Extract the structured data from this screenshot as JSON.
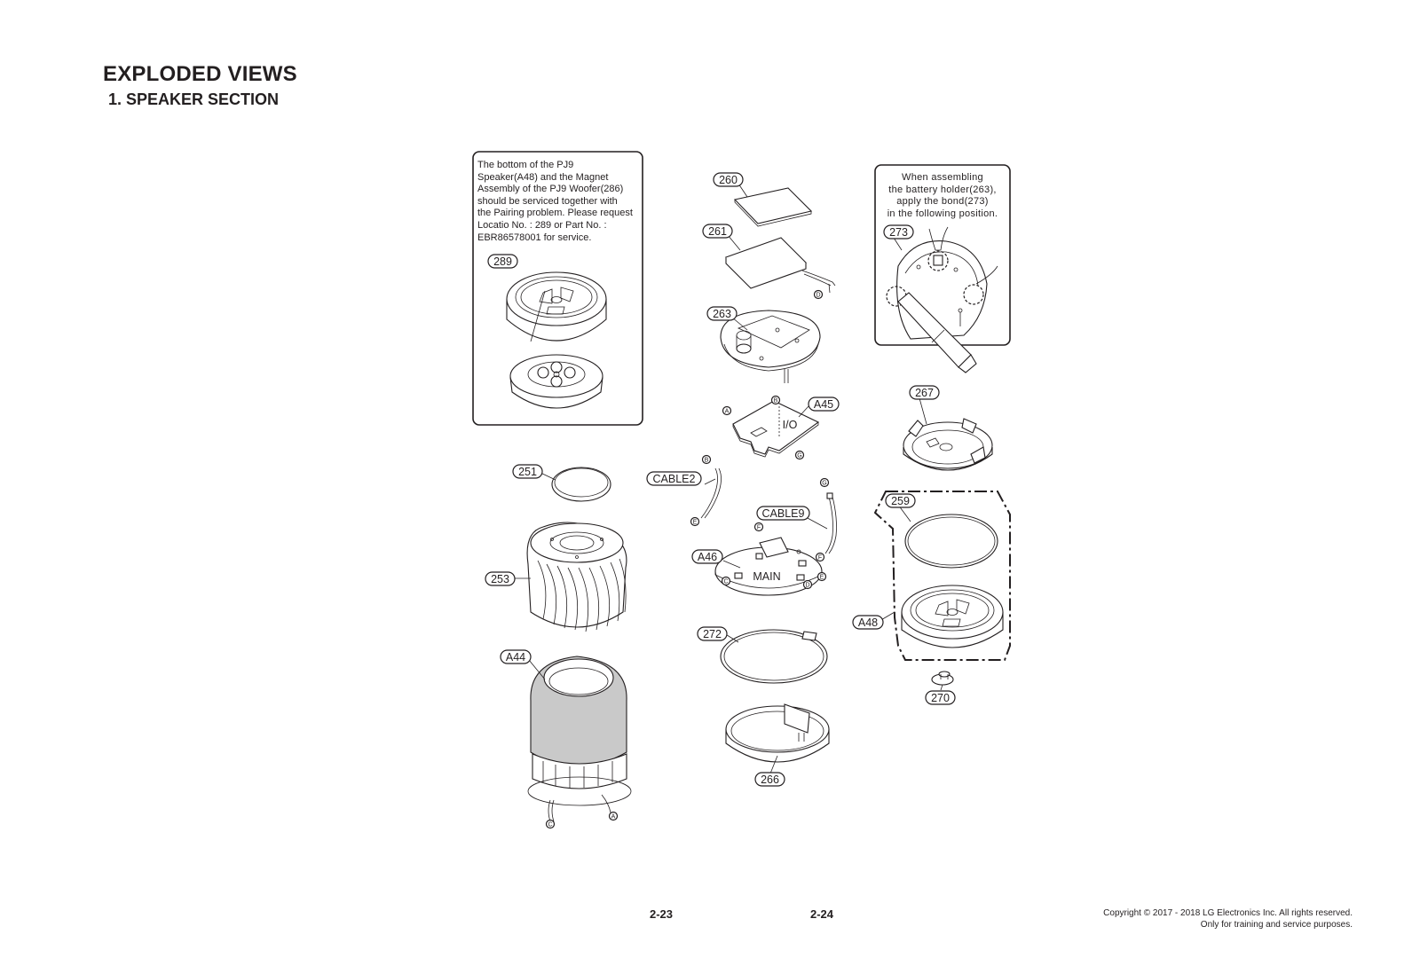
{
  "header": {
    "title": "EXPLODED VIEWS",
    "section": "1. SPEAKER SECTION"
  },
  "notes": {
    "left": [
      "The bottom of the PJ9",
      "Speaker(A48) and the Magnet",
      "Assembly of the PJ9 Woofer(286)",
      "should be serviced together with",
      "the Pairing problem. Please request",
      "Locatio No. : 289 or Part No. :",
      "EBR86578001 for service."
    ],
    "right": [
      "When assembling",
      "the battery holder(263),",
      "apply the bond(273)",
      "in the following position."
    ]
  },
  "labels": {
    "l289": "289",
    "l260": "260",
    "l261": "261",
    "l263": "263",
    "l273": "273",
    "lA45": "A45",
    "lIO": "I/O",
    "l267": "267",
    "l251": "251",
    "lCABLE2": "CABLE2",
    "lCABLE9": "CABLE9",
    "l259": "259",
    "lA46": "A46",
    "lMAIN": "MAIN",
    "l253": "253",
    "l272": "272",
    "lA48": "A48",
    "lA44": "A44",
    "l270": "270",
    "l266": "266"
  },
  "letters": {
    "D": "D",
    "A": "A",
    "B": "B",
    "G": "G",
    "E": "E",
    "F": "F",
    "C": "C"
  },
  "footer": {
    "page_left": "2-23",
    "page_right": "2-24",
    "copyright": "Copyright © 2017 - 2018 LG Electronics Inc. All rights reserved.",
    "usage": "Only for training and service purposes."
  }
}
